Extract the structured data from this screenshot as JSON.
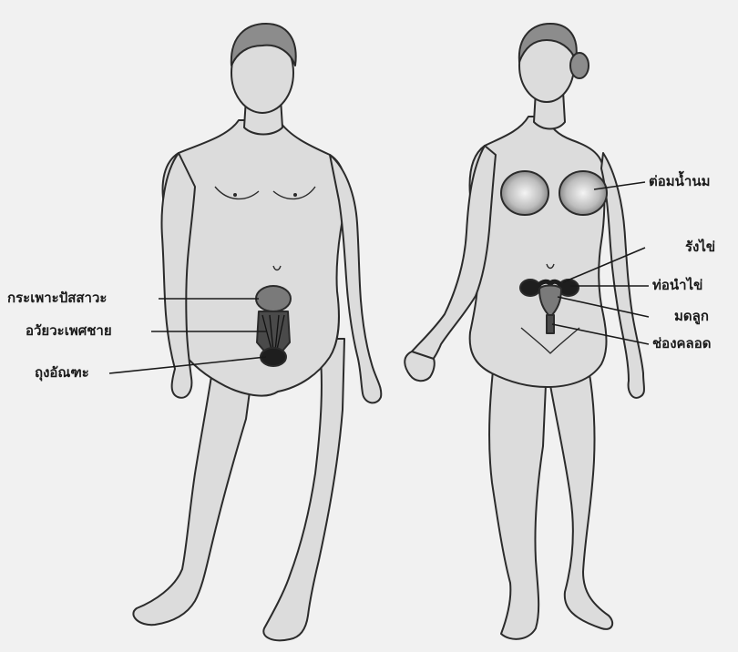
{
  "male_labels": {
    "bladder": "กระเพาะปัสสาวะ",
    "penis": "อวัยวะเพศชาย",
    "scrotum": "ถุงอัณฑะ"
  },
  "female_labels": {
    "mammary_gland": "ต่อมน้ำนม",
    "ovary": "รังไข่",
    "fallopian_tube": "ท่อนำไข่",
    "uterus": "มดลูก",
    "vagina": "ช่องคลอด"
  },
  "colors": {
    "background": "#f1f1f1",
    "skin": "#dcdcdc",
    "outline": "#2b2b2b",
    "organ": "#7a7a7a",
    "organ_dark": "#1e1e1e"
  }
}
